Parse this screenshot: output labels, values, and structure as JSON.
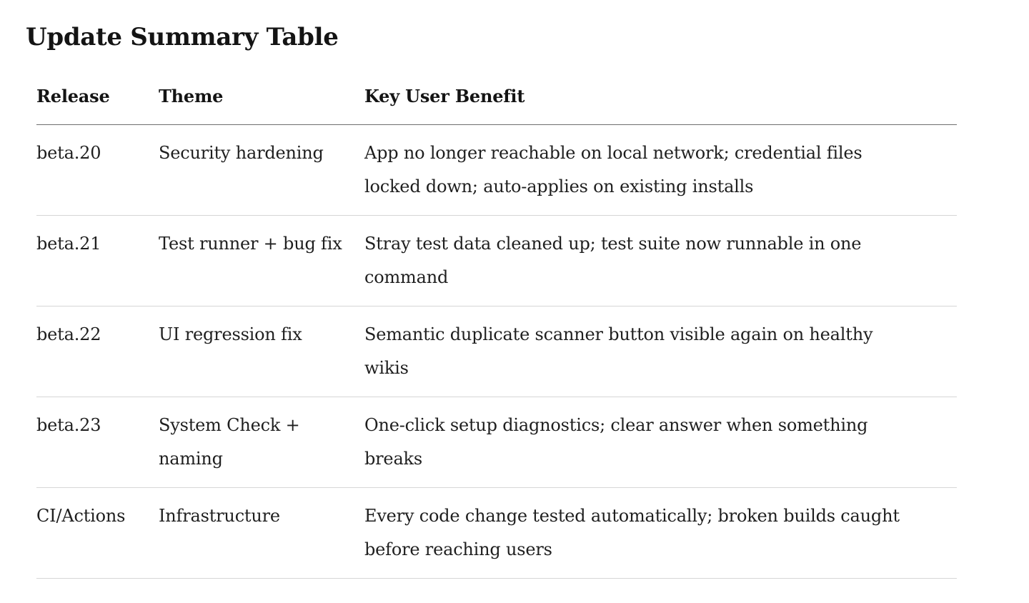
{
  "heading": "Update Summary Table",
  "table": {
    "headers": {
      "release": "Release",
      "theme": "Theme",
      "benefit": "Key User Benefit"
    },
    "rows": [
      {
        "release": "beta.20",
        "theme": "Security hardening",
        "benefit": "App no longer reachable on local network; credential files locked down; auto-applies on existing installs"
      },
      {
        "release": "beta.21",
        "theme": "Test runner + bug fix",
        "benefit": "Stray test data cleaned up; test suite now runnable in one command"
      },
      {
        "release": "beta.22",
        "theme": "UI regression fix",
        "benefit": "Semantic duplicate scanner button visible again on healthy wikis"
      },
      {
        "release": "beta.23",
        "theme": "System Check + naming",
        "benefit": "One-click setup diagnostics; clear answer when something breaks"
      },
      {
        "release": "CI/Actions",
        "theme": "Infrastructure",
        "benefit": "Every code change tested automatically; broken builds caught before reaching users"
      }
    ]
  }
}
